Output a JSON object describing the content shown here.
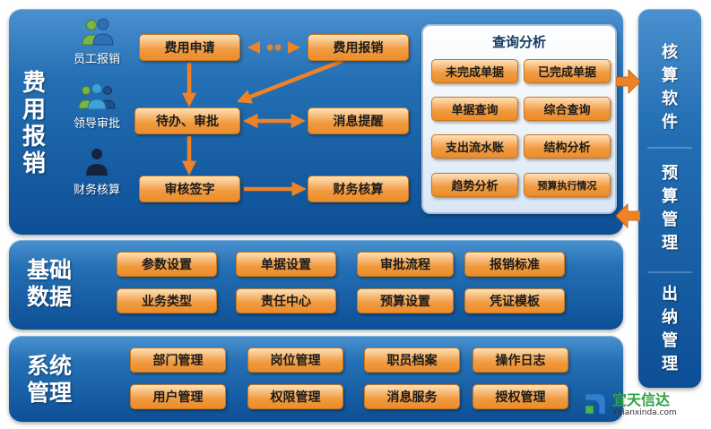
{
  "colors": {
    "panel_blue_dark": "#0d4f96",
    "panel_blue_light": "#4a90cf",
    "button_orange": "#ec8c2b",
    "arrow_orange": "#ef8227",
    "query_title_navy": "#163a66",
    "logo_green": "#2fa042"
  },
  "top": {
    "label": "费用报销",
    "roles": [
      {
        "label": "员工报销"
      },
      {
        "label": "领导审批"
      },
      {
        "label": "财务核算"
      }
    ],
    "flow": {
      "expense_apply": "费用申请",
      "expense_reimburse": "费用报销",
      "todo_approve": "待办、审批",
      "message_remind": "消息提醒",
      "audit_sign": "审核签字",
      "financial_account": "财务核算"
    },
    "query": {
      "title": "查询分析",
      "buttons": [
        "未完成单据",
        "已完成单据",
        "单据查询",
        "综合查询",
        "支出流水账",
        "结构分析",
        "趋势分析",
        "预算执行情况"
      ]
    }
  },
  "basic": {
    "label": "基础数据",
    "buttons": [
      "参数设置",
      "单据设置",
      "审批流程",
      "报销标准",
      "业务类型",
      "责任中心",
      "预算设置",
      "凭证模板"
    ]
  },
  "system": {
    "label": "系统管理",
    "buttons": [
      "部门管理",
      "岗位管理",
      "职员档案",
      "操作日志",
      "用户管理",
      "权限管理",
      "消息服务",
      "授权管理"
    ]
  },
  "right": {
    "items": [
      "核算软件",
      "预算管理",
      "出纳管理"
    ]
  },
  "logo": {
    "name": "宜天信达",
    "domain": "Yitianxinda.com"
  }
}
